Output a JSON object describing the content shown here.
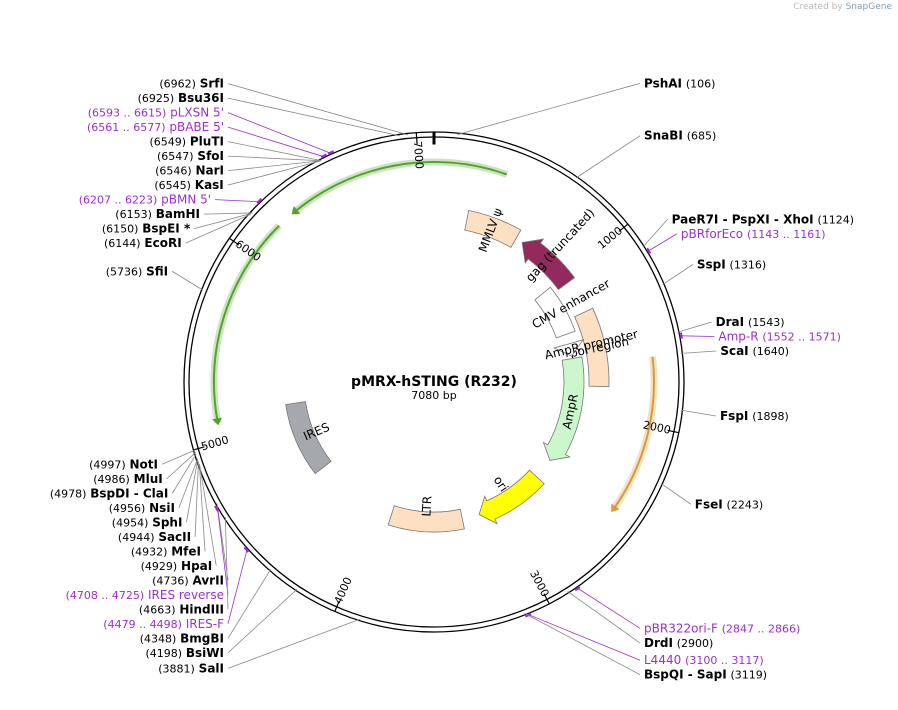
{
  "watermark": {
    "prefix": "Created by",
    "brand": "SnapGene"
  },
  "plasmid": {
    "name": "pMRX-hSTING (R232)",
    "size_label": "7080 bp",
    "length": 7080
  },
  "ticks": [
    {
      "pos": 1000,
      "label": "1000"
    },
    {
      "pos": 2000,
      "label": "2000"
    },
    {
      "pos": 3000,
      "label": "3000"
    },
    {
      "pos": 4000,
      "label": "4000"
    },
    {
      "pos": 5000,
      "label": "5000"
    },
    {
      "pos": 6000,
      "label": "6000"
    },
    {
      "pos": 7000,
      "label": "7000"
    }
  ],
  "features": [
    {
      "name": "MMLV ψ",
      "start": 225,
      "end": 585,
      "strand": 0,
      "ring": 1,
      "color": "#fde0c2"
    },
    {
      "name": "gag (truncated)",
      "start": 635,
      "end": 1050,
      "strand": -1,
      "ring": 1,
      "color": "#922a5e"
    },
    {
      "name": "pol region",
      "start": 1280,
      "end": 1800,
      "strand": 0,
      "ring": 1,
      "color": "#fde0c2"
    },
    {
      "name": "CMV enhancer",
      "start": 1000,
      "end": 1380,
      "strand": 0,
      "ring": 2,
      "color": "#ffffff"
    },
    {
      "name": "AmpR promoter",
      "start": 1460,
      "end": 1560,
      "strand": 1,
      "ring": 2,
      "color": "#ffffff"
    },
    {
      "name": "AmpR",
      "start": 1580,
      "end": 2440,
      "strand": 1,
      "ring": 2,
      "color": "#ccf7cc"
    },
    {
      "name": "ori",
      "start": 2610,
      "end": 3170,
      "strand": 1,
      "ring": 2,
      "color": "#ffff00"
    },
    {
      "name": "LTR",
      "start": 3310,
      "end": 3890,
      "strand": 0,
      "ring": 2,
      "color": "#fde0c2"
    },
    {
      "name": "IRES",
      "start": 4570,
      "end": 5140,
      "strand": 0,
      "ring": 2,
      "color": "#a5a9ae"
    }
  ],
  "orfs": [
    {
      "start": 1640,
      "end": 2470,
      "strand": 1,
      "color": "#d69c3a"
    },
    {
      "start": 6300,
      "end": 380,
      "strand": -1,
      "color": "#52a22c"
    },
    {
      "start": 5100,
      "end": 6200,
      "strand": -1,
      "color": "#52a22c"
    }
  ],
  "sites": [
    {
      "name": "PshAI",
      "pos": 106,
      "num": "(106)"
    },
    {
      "name": "SnaBI",
      "pos": 685,
      "num": "(685)"
    },
    {
      "name": "PaeR7I - PspXI - XhoI",
      "pos": 1124,
      "num": "(1124)"
    },
    {
      "name": "SspI",
      "pos": 1316,
      "num": "(1316)"
    },
    {
      "name": "DraI",
      "pos": 1543,
      "num": "(1543)"
    },
    {
      "name": "ScaI",
      "pos": 1640,
      "num": "(1640)"
    },
    {
      "name": "FspI",
      "pos": 1898,
      "num": "(1898)"
    },
    {
      "name": "FseI",
      "pos": 2243,
      "num": "(2243)"
    },
    {
      "name": "DrdI",
      "pos": 2900,
      "num": "(2900)"
    },
    {
      "name": "BspQI - SapI",
      "pos": 3119,
      "num": "(3119)"
    },
    {
      "name": "SalI",
      "pos": 3881,
      "num": "(3881)"
    },
    {
      "name": "BsiWI",
      "pos": 4198,
      "num": "(4198)"
    },
    {
      "name": "BmgBI",
      "pos": 4348,
      "num": "(4348)"
    },
    {
      "name": "HindIII",
      "pos": 4663,
      "num": "(4663)"
    },
    {
      "name": "AvrII",
      "pos": 4736,
      "num": "(4736)"
    },
    {
      "name": "HpaI",
      "pos": 4929,
      "num": "(4929)"
    },
    {
      "name": "MfeI",
      "pos": 4932,
      "num": "(4932)"
    },
    {
      "name": "SacII",
      "pos": 4944,
      "num": "(4944)"
    },
    {
      "name": "SphI",
      "pos": 4954,
      "num": "(4954)"
    },
    {
      "name": "NsiI",
      "pos": 4956,
      "num": "(4956)"
    },
    {
      "name": "BspDI - ClaI",
      "pos": 4978,
      "num": "(4978)"
    },
    {
      "name": "MluI",
      "pos": 4986,
      "num": "(4986)"
    },
    {
      "name": "NotI",
      "pos": 4997,
      "num": "(4997)"
    },
    {
      "name": "SfiI",
      "pos": 5736,
      "num": "(5736)"
    },
    {
      "name": "EcoRI",
      "pos": 6144,
      "num": "(6144)"
    },
    {
      "name": "BspEI *",
      "pos": 6150,
      "num": "(6150)"
    },
    {
      "name": "BamHI",
      "pos": 6153,
      "num": "(6153)"
    },
    {
      "name": "KasI",
      "pos": 6545,
      "num": "(6545)"
    },
    {
      "name": "NarI",
      "pos": 6546,
      "num": "(6546)"
    },
    {
      "name": "SfoI",
      "pos": 6547,
      "num": "(6547)"
    },
    {
      "name": "PluTI",
      "pos": 6549,
      "num": "(6549)"
    },
    {
      "name": "Bsu36I",
      "pos": 6925,
      "num": "(6925)"
    },
    {
      "name": "SrfI",
      "pos": 6962,
      "num": "(6962)"
    }
  ],
  "primers": [
    {
      "name": "pBRforEco",
      "pos": 1152,
      "range": "(1143 .. 1161)",
      "strand": 1
    },
    {
      "name": "Amp-R",
      "pos": 1561,
      "range": "(1552 .. 1571)",
      "strand": -1
    },
    {
      "name": "pBR322ori-F",
      "pos": 2856,
      "range": "(2847 .. 2866)",
      "strand": 1
    },
    {
      "name": "L4440",
      "pos": 3108,
      "range": "(3100 .. 3117)",
      "strand": -1
    },
    {
      "name": "IRES-F",
      "pos": 4488,
      "range": "(4479 .. 4498)",
      "strand": 1
    },
    {
      "name": "IRES reverse",
      "pos": 4716,
      "range": "(4708 .. 4725)",
      "strand": -1
    },
    {
      "name": "pBMN 5'",
      "pos": 6215,
      "range": "(6207 .. 6223)",
      "strand": 1
    },
    {
      "name": "pBABE 5'",
      "pos": 6569,
      "range": "(6561 .. 6577)",
      "strand": 1
    },
    {
      "name": "pLXSN 5'",
      "pos": 6604,
      "range": "(6593 .. 6615)",
      "strand": 1
    }
  ],
  "colors": {
    "primer": "#9b30c8",
    "enzyme": "#000000",
    "backbone": "#000000"
  }
}
